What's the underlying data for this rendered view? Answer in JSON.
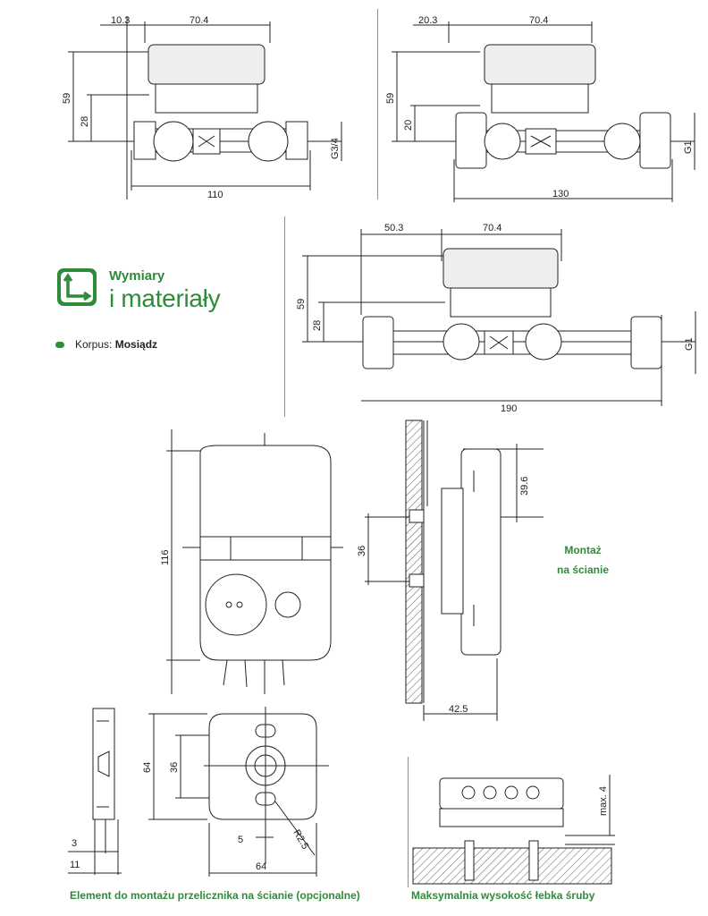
{
  "section": {
    "title_line1": "Wymiary",
    "title_line2": "i materiały",
    "material_label": "Korpus:",
    "material_value": "Mosiądz"
  },
  "colors": {
    "accent": "#2e8b3a",
    "line": "#222222"
  },
  "icon": "corner-arrow-icon",
  "drawing1": {
    "d1": "10.3",
    "d2": "70.4",
    "height": "59",
    "inner": "28",
    "thread": "G3/4",
    "length": "110"
  },
  "drawing2": {
    "d1": "20.3",
    "d2": "70.4",
    "height": "59",
    "inner": "20",
    "thread": "G1",
    "length": "130"
  },
  "drawing3": {
    "d1": "50.3",
    "d2": "70.4",
    "height": "59",
    "inner": "28",
    "thread": "G1",
    "length": "190"
  },
  "front_view": {
    "height": "116"
  },
  "side_view": {
    "top": "39.6",
    "spacing": "36",
    "depth": "42.5"
  },
  "wall_mount_note": {
    "line1": "Montaż",
    "line2": "na ścianie"
  },
  "mount_plate": {
    "side_a": "3",
    "side_b": "11",
    "height": "64",
    "hole_spacing": "36",
    "offset": "5",
    "width": "64",
    "radius": "R2.5"
  },
  "screw_head": {
    "max_label": "max. 4"
  },
  "captions": {
    "mount_element": "Element do montażu przelicznika na ścianie (opcjonalne)",
    "screw_height": "Maksymalnia wysokość łebka śruby"
  }
}
